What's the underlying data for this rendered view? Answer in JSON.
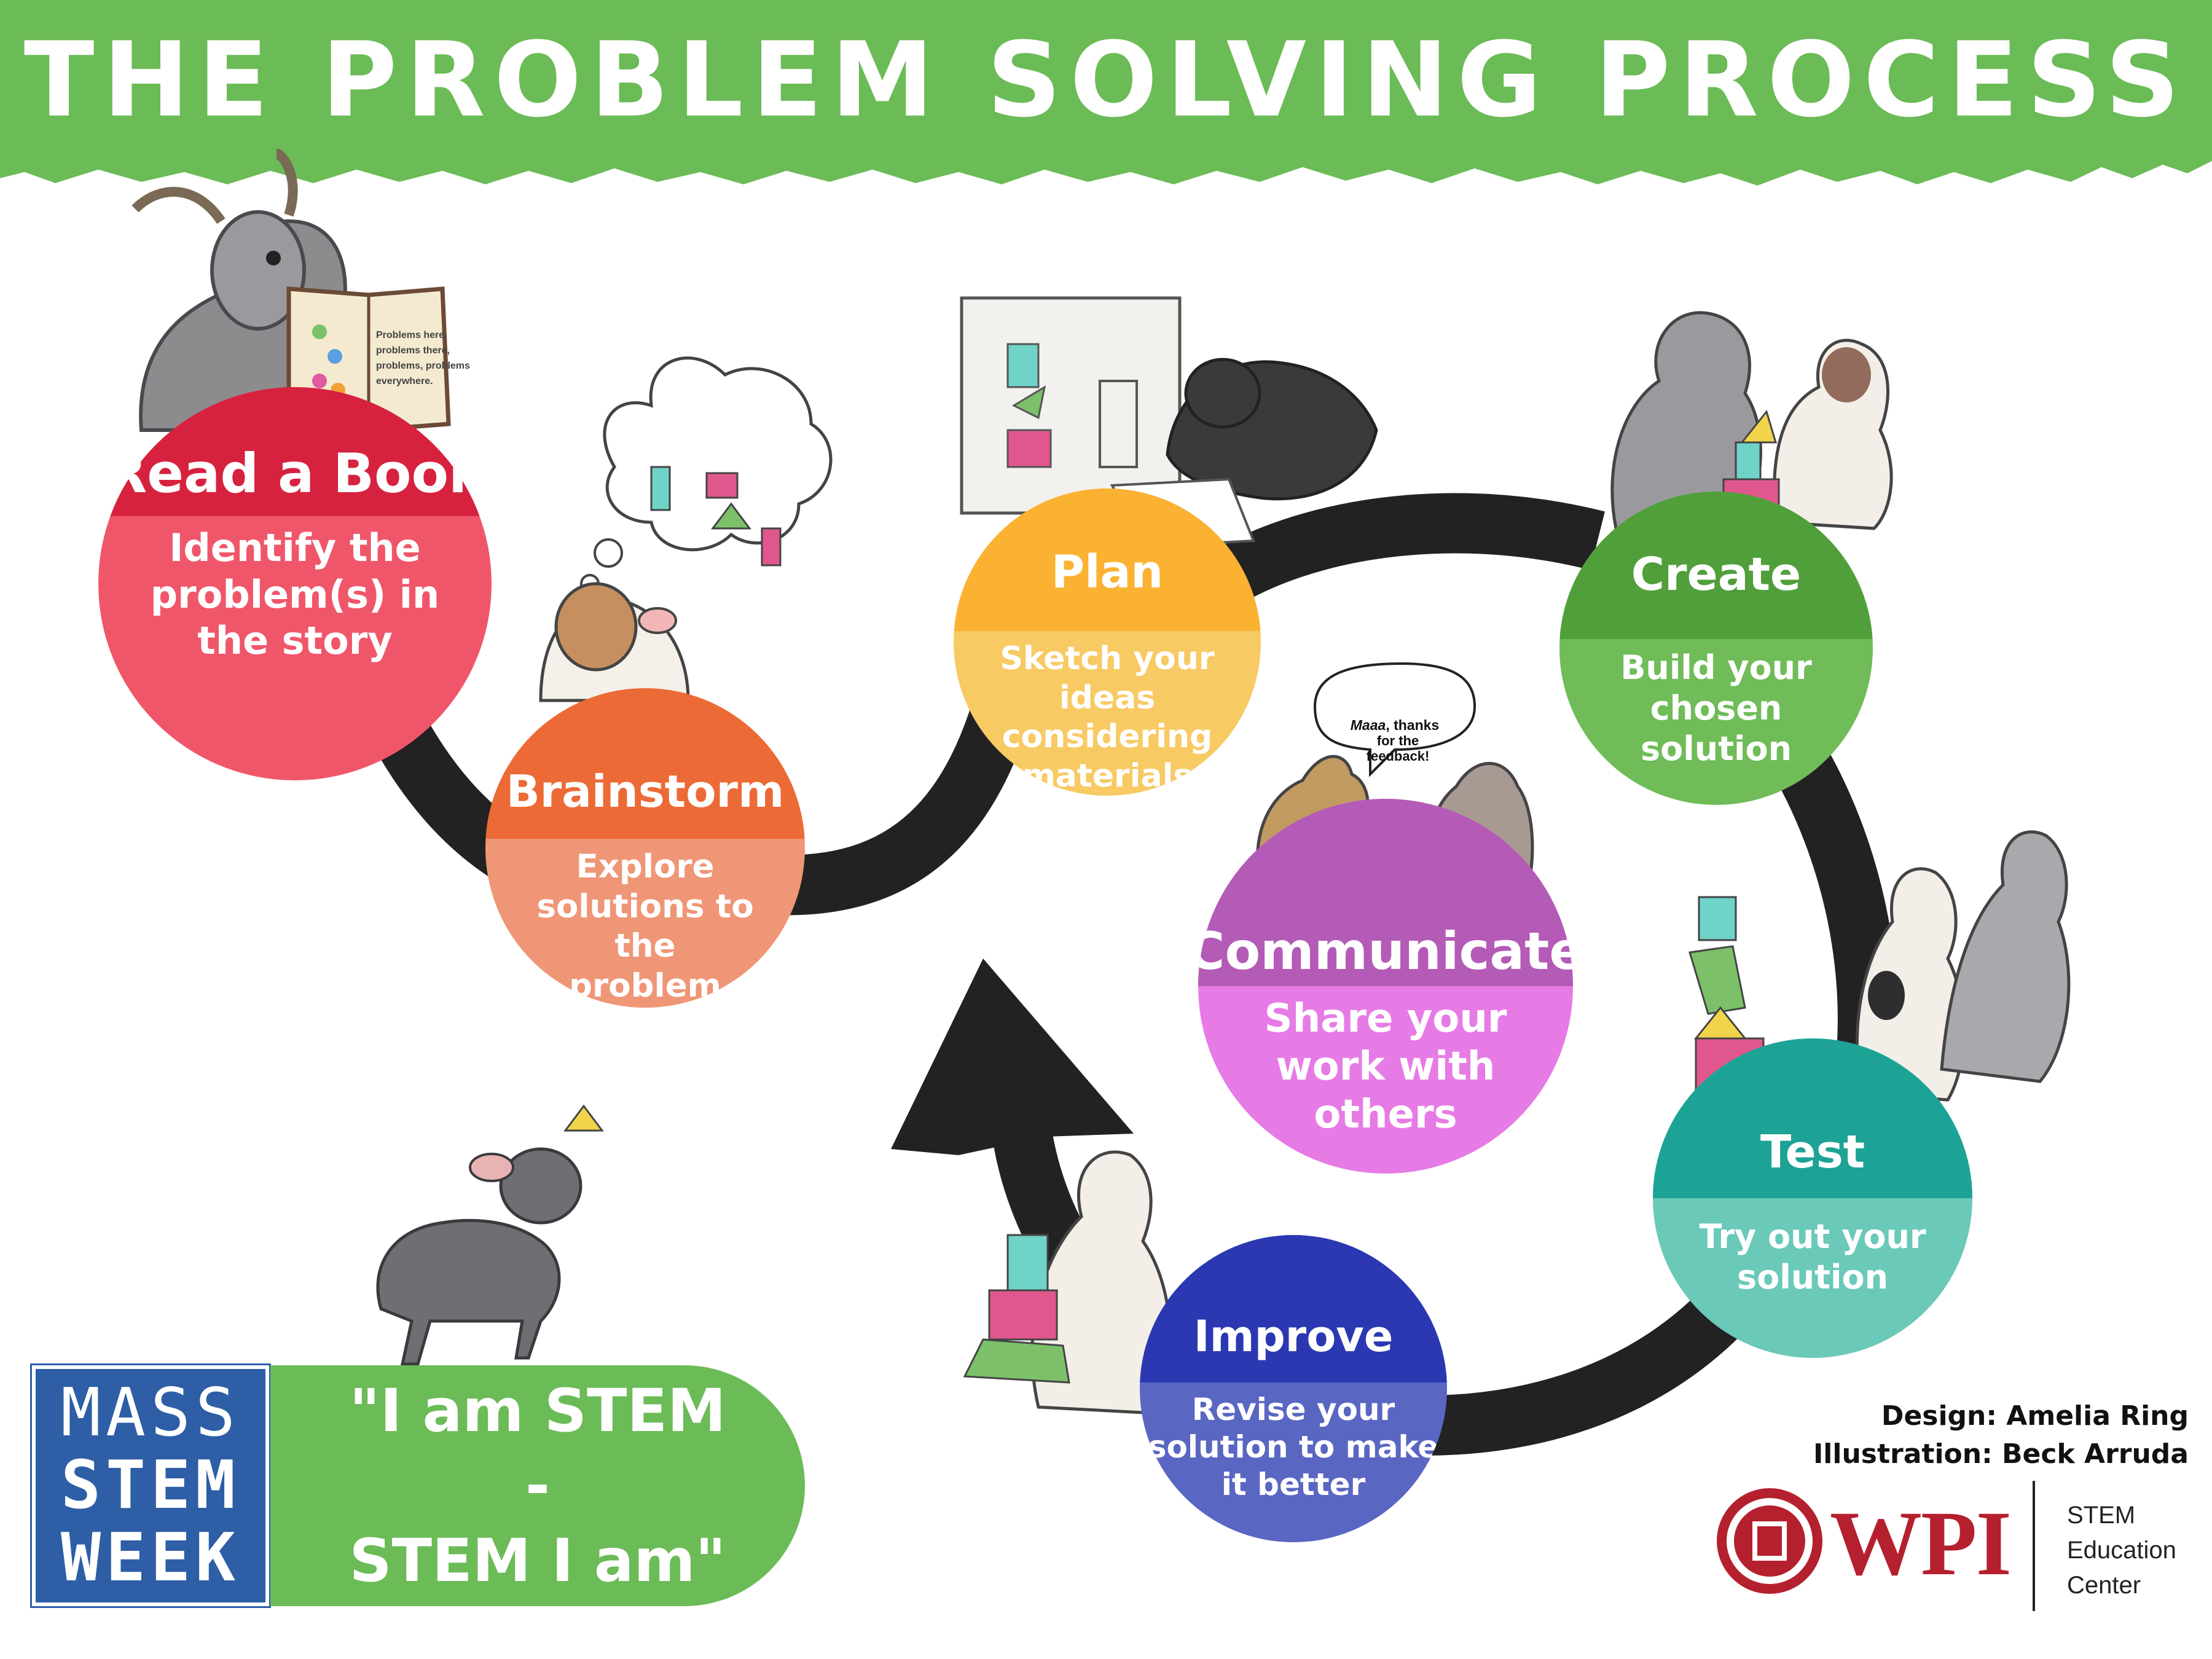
{
  "header": {
    "title": "THE PROBLEM SOLVING PROCESS"
  },
  "steps": {
    "read": {
      "title": "Read a Book",
      "desc": [
        "Identify the",
        "problem(s) in",
        "the story"
      ],
      "title_color": "#d6223f",
      "desc_color": "#f0566a"
    },
    "brainstorm": {
      "title": "Brainstorm",
      "desc": [
        "Explore",
        "solutions to the",
        "problem"
      ],
      "title_color": "#ec6a35",
      "desc_color": "#ef9676"
    },
    "plan": {
      "title": "Plan",
      "desc": [
        "Sketch your ideas",
        "considering",
        "materials"
      ],
      "title_color": "#fbb232",
      "desc_color": "#f8ca64"
    },
    "create": {
      "title": "Create",
      "desc": [
        "Build your",
        "chosen",
        "solution"
      ],
      "title_color": "#519f3b",
      "desc_color": "#6fbc58"
    },
    "communicate": {
      "title": "Communicate",
      "desc": [
        "Share your",
        "work with",
        "others"
      ],
      "title_color": "#b35bb6",
      "desc_color": "#e77be6"
    },
    "test": {
      "title": "Test",
      "desc": [
        "Try out your",
        "solution"
      ],
      "title_color": "#1da395",
      "desc_color": "#6ac9b9"
    },
    "improve": {
      "title": "Improve",
      "desc": [
        "Revise your",
        "solution to make",
        "it better"
      ],
      "title_color": "#2b38b2",
      "desc_color": "#5966c2"
    }
  },
  "speech_bubble": {
    "emph": "Maaa",
    "lines": [
      ", thanks",
      "for the",
      "feedback!"
    ]
  },
  "sketch_note": [
    "Problems here,",
    "problems there,",
    "problems, problems",
    "everywhere."
  ],
  "brand": {
    "mass": [
      "MASS",
      "STEM",
      "WEEK"
    ],
    "slogan": [
      "\"I am STEM",
      "-",
      "STEM I am\""
    ]
  },
  "credits": {
    "design": "Design: Amelia Ring",
    "illustration": "Illustration: Beck Arruda"
  },
  "wpi": {
    "logo_text": "WPI",
    "center": [
      "STEM",
      "Education",
      "Center"
    ]
  },
  "colors": {
    "banner": "#6bbb57",
    "path": "#222222"
  }
}
